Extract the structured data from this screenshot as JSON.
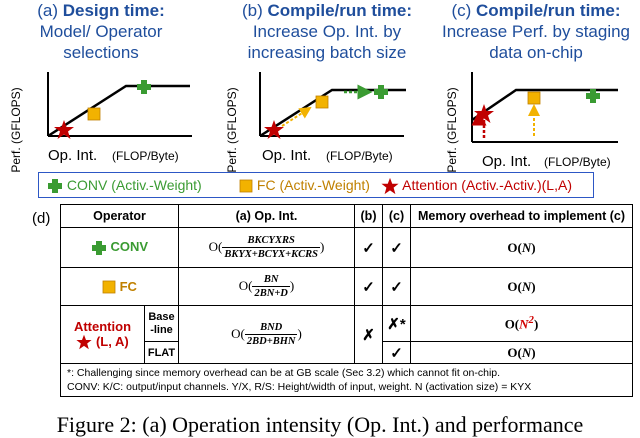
{
  "panels": [
    {
      "tag": "(a)",
      "bold": "Design time:",
      "rest": "Model/ Operator selections",
      "ylabel": "Perf. (GFLOPS)",
      "xlabel": "Op. Int.",
      "xunit": "(FLOP/Byte)"
    },
    {
      "tag": "(b)",
      "bold": "Compile/run time:",
      "rest": "Increase Op. Int. by increasing batch size",
      "ylabel": "Perf. (GFLOPS)",
      "xlabel": "Op. Int.",
      "xunit": "(FLOP/Byte)"
    },
    {
      "tag": "(c)",
      "bold": "Compile/run time:",
      "rest": "Increase Perf. by staging data on-chip",
      "ylabel": "Perf. (GFLOPS)",
      "xlabel": "Op. Int.",
      "xunit": "(FLOP/Byte)"
    }
  ],
  "legend": {
    "conv": "CONV (Activ.-Weight)",
    "fc": "FC (Activ.-Weight)",
    "attention": "Attention (Activ.-Activ.)(L,A)"
  },
  "table": {
    "label": "(d)",
    "headers": {
      "operator": "Operator",
      "opint": "(a) Op. Int.",
      "b": "(b)",
      "c": "(c)",
      "memory": "Memory overhead to implement (c)"
    },
    "conv": {
      "name": "CONV",
      "num": "BKCYXRS",
      "den": "BKYX+BCYX+KCRS",
      "b": "✓",
      "c": "✓",
      "mem_pre": "O(",
      "mem_var": "N",
      "mem_post": ")"
    },
    "fc": {
      "name": "FC",
      "num": "BN",
      "den": "2BN+D",
      "b": "✓",
      "c": "✓",
      "mem_pre": "O(",
      "mem_var": "N",
      "mem_post": ")"
    },
    "attention": {
      "name": "Attention",
      "sub": "(L, A)",
      "num": "BND",
      "den": "2BD+BHN",
      "b": "✗",
      "baseline": {
        "label1": "Base",
        "label2": "-line",
        "c": "✗*",
        "mem_pre": "O(",
        "mem_var": "N",
        "mem_sup": "2",
        "mem_post": ")"
      },
      "flat": {
        "label": "FLAT",
        "c": "✓",
        "mem_pre": "O(",
        "mem_var": "N",
        "mem_post": ")"
      }
    },
    "notes": [
      "*: Challenging since memory overhead can be at GB scale (Sec 3.2) which cannot fit on-chip.",
      "CONV: K/C: output/input channels. Y/X, R/S: Height/width of input, weight. N (activation size) = KYX"
    ],
    "bigO": "O("
  },
  "caption": "Figure 2: (a) Operation intensity (Op. Int.) and performance",
  "colors": {
    "title_blue": "#1f4e9c",
    "green": "#3a9b32",
    "orange": "#f2b200",
    "red": "#c00000",
    "legend_border": "#2d57c5"
  }
}
